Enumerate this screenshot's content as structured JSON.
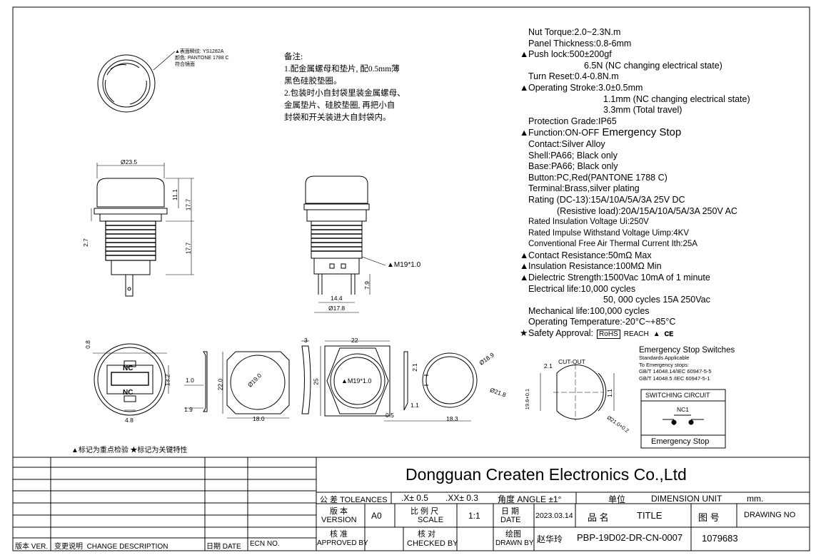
{
  "notes_cn": {
    "label": "备注:",
    "items": [
      "1.配金属螺母和垫片, 配0.5mm薄",
      "黑色硅胶垫圈。",
      "2.包装时小自封袋里装金属螺母、",
      "金属垫片、硅胶垫圈, 再把小自",
      "封袋和开关装进大自封袋内。"
    ]
  },
  "surface_note": [
    "▲表面瞬纹: YS1282A",
    "颜色: PANTONE 1788 C",
    "符合镜面"
  ],
  "legend_note": "▲标记为重点检验 ★标记为关键特性",
  "specs": [
    {
      "mark": "",
      "text": "Nut Torque:2.0~2.3N.m"
    },
    {
      "mark": "",
      "text": "Panel Thickness:0.8-6mm"
    },
    {
      "mark": "▲",
      "text": "Push lock:500±200gf"
    },
    {
      "mark": "",
      "indent": "78",
      "text": "6.5N  (NC changing electrical state)"
    },
    {
      "mark": "",
      "text": "Turn Reset:0.4-0.8N.m"
    },
    {
      "mark": "▲",
      "text": "Operating Stroke:3.0±0.5mm"
    },
    {
      "mark": "",
      "indent": "105",
      "text": "1.1mm  (NC changing electrical state)"
    },
    {
      "mark": "",
      "indent": "105",
      "text": "3.3mm  (Total travel)"
    },
    {
      "mark": "",
      "text": "Protection Grade:IP65"
    },
    {
      "mark": "▲",
      "text": "Function:ON-OFF",
      "big": "Emergency Stop"
    },
    {
      "mark": "",
      "text": "Contact:Silver Alloy"
    },
    {
      "mark": "",
      "text": "Shell:PA66; Black only"
    },
    {
      "mark": "",
      "text": "Base:PA66; Black only"
    },
    {
      "mark": "",
      "text": "Button:PC,Red(PANTONE 1788 C)"
    },
    {
      "mark": "",
      "text": "Terminal:Brass,silver plating"
    },
    {
      "mark": "",
      "text": "Rating (DC-13):15A/10A/5A/3A  25V  DC"
    },
    {
      "mark": "",
      "indent": "40",
      "text": "(Resistive load):20A/15A/10A/5A/3A  250V AC"
    },
    {
      "mark": "",
      "text": "Rated Insulation Voltage Ui:250V",
      "small": true
    },
    {
      "mark": "",
      "text": "Rated Impulse Withstand Voltage Uimp:4KV",
      "small": true
    },
    {
      "mark": "",
      "text": "Conventional Free Air Thermal Current Ith:25A",
      "small": true
    },
    {
      "mark": "▲",
      "text": "Contact Resistance:50mΩ Max"
    },
    {
      "mark": "▲",
      "text": "Insulation Resistance:100MΩ  Min"
    },
    {
      "mark": "▲",
      "text": "Dielectric Strength:1500Vac  10mA  of  1 minute"
    },
    {
      "mark": "",
      "text": "Electrical life:10,000 cycles"
    },
    {
      "mark": "",
      "indent": "105",
      "text": "50, 000 cycles 15A 250Vac"
    },
    {
      "mark": "",
      "text": "Mechanical life:100,000 cycles"
    },
    {
      "mark": "",
      "text": "Operating Temperature:-20°C~+85°C"
    },
    {
      "mark": "★",
      "text": "Safety Approval:",
      "badges": [
        "RoHS",
        "REACH"
      ]
    }
  ],
  "standards": {
    "title": "Emergency Stop Switches",
    "lines": [
      "Standards Applicable",
      "To Emergency stops:",
      "GB/T 14048.14/IEC 60947-5-5",
      "GB/T 14048.5 /IEC 60947-5-1"
    ]
  },
  "switching_circuit": {
    "title": "SWITCHING CIRCUIT",
    "contact": "NC1",
    "caption": "Emergency Stop"
  },
  "cutout": {
    "label": "CUT-OUT",
    "dim_21": "2.1",
    "dim_11": "1.1",
    "dim_dia": "Ø21.0+0.2",
    "dim_h": "19.6+0.1"
  },
  "dims": {
    "d235": "Ø23.5",
    "d111": "11.1",
    "d177a": "17.7",
    "d27": "2.7",
    "d177b": "17.7",
    "m19": "▲M19*1.0",
    "d79": "7.9",
    "d144": "14.4",
    "d178": "Ø17.8",
    "d08": "0.8",
    "nc": "NC",
    "d132": "13.2",
    "d48": "4.8",
    "d10": "1.0",
    "d19": "1.9",
    "d220": "22.0",
    "d190": "Ø19.0",
    "d180": "18.0",
    "d3": "3",
    "d25": "25",
    "d22": "22",
    "m19b": "▲M19*1.0",
    "d21": "2.1",
    "d11b": "1.1",
    "d189": "Ø18.9",
    "d218": "Ø21.8",
    "d05": "0.5",
    "d183": "18.3"
  },
  "title_block": {
    "company": "Dongguan Createn Electronics Co.,Ltd",
    "tol_cn": "公  差",
    "tol_en": "TOLEANCES",
    "tol1": ".X± 0.5",
    "tol2": ".XX± 0.3",
    "angle": "角度 ANGLE  ±1°",
    "unit_cn": "单位",
    "unit_en": "DIMENSION UNIT",
    "unit_val": "mm.",
    "version_cn": "版 本",
    "version_en": "VERSION",
    "version_val": "A0",
    "scale_cn": "比 例 尺",
    "scale_en": "SCALE",
    "scale_val": "1:1",
    "date_cn": "日  期",
    "date_en": "DATE",
    "date_val": "2023.03.14",
    "title_cn": "品   名",
    "title_en": "TITLE",
    "drawing_cn": "图   号",
    "drawing_en": "DRAWING NO",
    "approved_cn": "核  准",
    "approved_en": "APPROVED BY",
    "checked_cn": "核  对",
    "checked_en": "CHECKED BY",
    "drawn_cn": "绘图",
    "drawn_en": "DRAWN BY",
    "drawn_val": "赵华玲",
    "part_no": "PBP-19D02-DR-CN-0007",
    "drawing_no": "1079683",
    "rev_ver": "版本 VER.",
    "rev_desc_cn": "变更说明",
    "rev_desc_en": "CHANGE DESCRIPTION",
    "rev_date": "日期  DATE",
    "rev_ecn": "ECN NO."
  }
}
